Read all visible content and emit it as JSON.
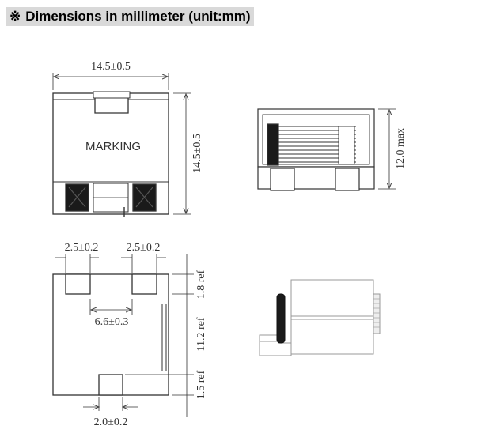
{
  "header": {
    "symbol": "※",
    "title": "Dimensions in millimeter (unit:mm)"
  },
  "top_view": {
    "width_dim": "14.5±0.5",
    "height_dim": "14.5±0.5",
    "marking": "MARKING"
  },
  "side_view": {
    "height_dim": "12.0 max"
  },
  "pad_layout": {
    "pad_left_width": "2.5±0.2",
    "pad_right_width": "2.5±0.2",
    "pad_spacing": "6.6±0.3",
    "pad_bottom_width": "2.0±0.2",
    "ref_top": "1.8 ref",
    "ref_middle": "11.2 ref",
    "ref_bottom": "1.5 ref"
  }
}
